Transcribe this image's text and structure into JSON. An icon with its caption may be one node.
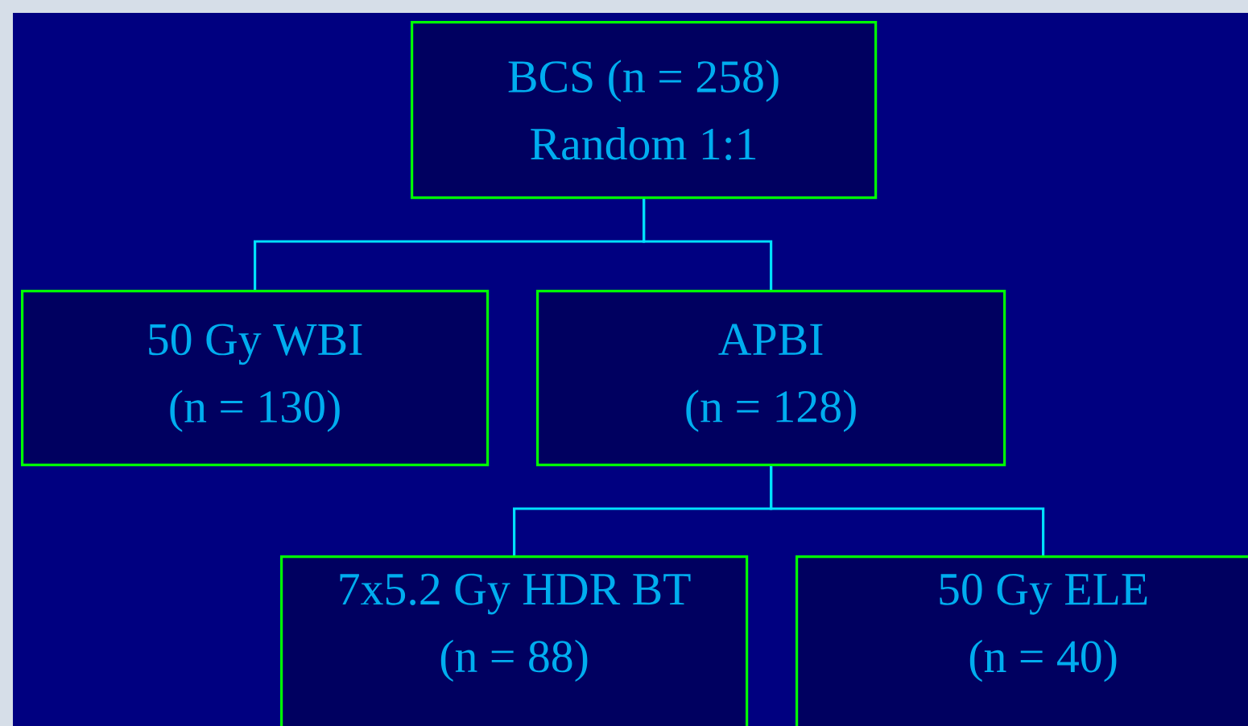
{
  "diagram": {
    "nodes": [
      {
        "text": [
          "BCS (n = 258)",
          "Random 1:1"
        ]
      },
      {
        "text": [
          "50 Gy WBI",
          "(n = 130)"
        ]
      },
      {
        "text": [
          "APBI",
          "(n = 128)"
        ]
      },
      {
        "text": [
          "7x5.2 Gy HDR BT",
          "(n = 88)"
        ]
      },
      {
        "text": [
          "50 Gy ELE",
          "(n = 40)"
        ]
      }
    ],
    "edges": [
      {
        "from": 0,
        "to": 1,
        "arrow": "none"
      },
      {
        "from": 0,
        "to": 2,
        "arrow": "none"
      },
      {
        "from": 2,
        "to": 3,
        "arrow": "none"
      },
      {
        "from": 2,
        "to": 4,
        "arrow": "none"
      }
    ]
  }
}
